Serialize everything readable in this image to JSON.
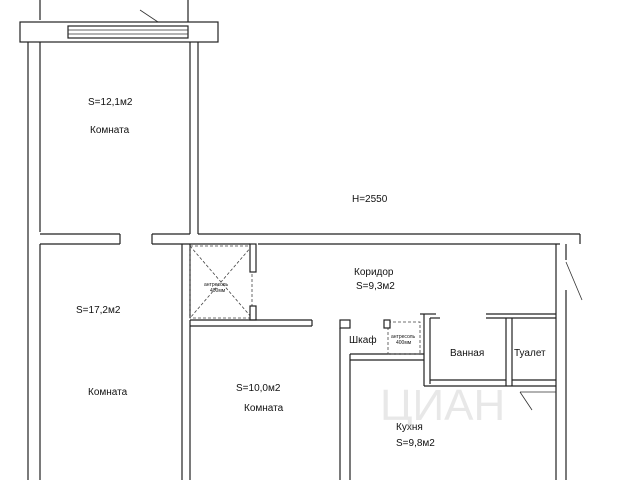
{
  "rooms": {
    "room_top": {
      "area": "S=12,1м2",
      "name": "Комната"
    },
    "room_left": {
      "area": "S=17,2м2",
      "name": "Комната"
    },
    "room_middle": {
      "area": "S=10,0м2",
      "name": "Комната"
    },
    "corridor": {
      "name": "Коридор",
      "area": "S=9,3м2"
    },
    "closet": {
      "name": "Шкаф"
    },
    "bathroom": {
      "name": "Ванная"
    },
    "toilet": {
      "name": "Туалет"
    },
    "kitchen": {
      "name": "Кухня",
      "area": "S=9,8м2"
    }
  },
  "ceiling_height": "H=2550",
  "mezzanines": {
    "left": {
      "line1": "антресоль",
      "line2": "400мм"
    },
    "right": {
      "line1": "антресоль",
      "line2": "400мм"
    }
  },
  "watermark": "ЦИАН"
}
